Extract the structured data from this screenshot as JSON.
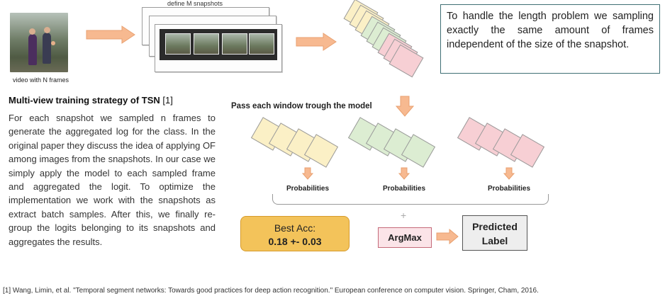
{
  "video": {
    "caption": "video with N frames"
  },
  "snapshots": {
    "label": "define M snapshots"
  },
  "info_box": {
    "text": "To handle the length problem we sampling exactly the same amount of frames independent of the size of the snapshot."
  },
  "section": {
    "title": "Multi-view training strategy of TSN",
    "ref": "[1]",
    "body": "For each snapshot we sampled n frames to generate the aggregated log for the class. In the original paper they discuss the idea of applying OF among images from the snapshots. In our case we simply apply the model to each sampled frame and aggregated the logit. To optimize the implementation we work with the snapshots as extract batch samples. After this, we finally re-group the logits belonging to its snapshots and aggregates the results."
  },
  "pipeline": {
    "pass_label": "Pass each window trough the model",
    "groups": [
      {
        "label": "Probabilities",
        "color": "#fbf0c6"
      },
      {
        "label": "Probabilities",
        "color": "#dcedd2"
      },
      {
        "label": "Probabilities",
        "color": "#f7cfd4"
      }
    ],
    "plus": "+",
    "best_acc_label": "Best Acc:",
    "best_acc_value": "0.18 +- 0.03",
    "argmax_label": "ArgMax",
    "predicted_label": "Predicted Label"
  },
  "stack_colors": [
    "#fbf0c6",
    "#dcedd2",
    "#f7cfd4"
  ],
  "accent_colors": {
    "arrow": "#f7b990",
    "best_acc": "#f3c35a",
    "argmax_border": "#c46a79",
    "info_border": "#3f6f74"
  },
  "footnote": "[1] Wang, Limin, et al. \"Temporal segment networks: Towards good practices for deep action recognition.\" European conference on computer vision. Springer, Cham, 2016."
}
